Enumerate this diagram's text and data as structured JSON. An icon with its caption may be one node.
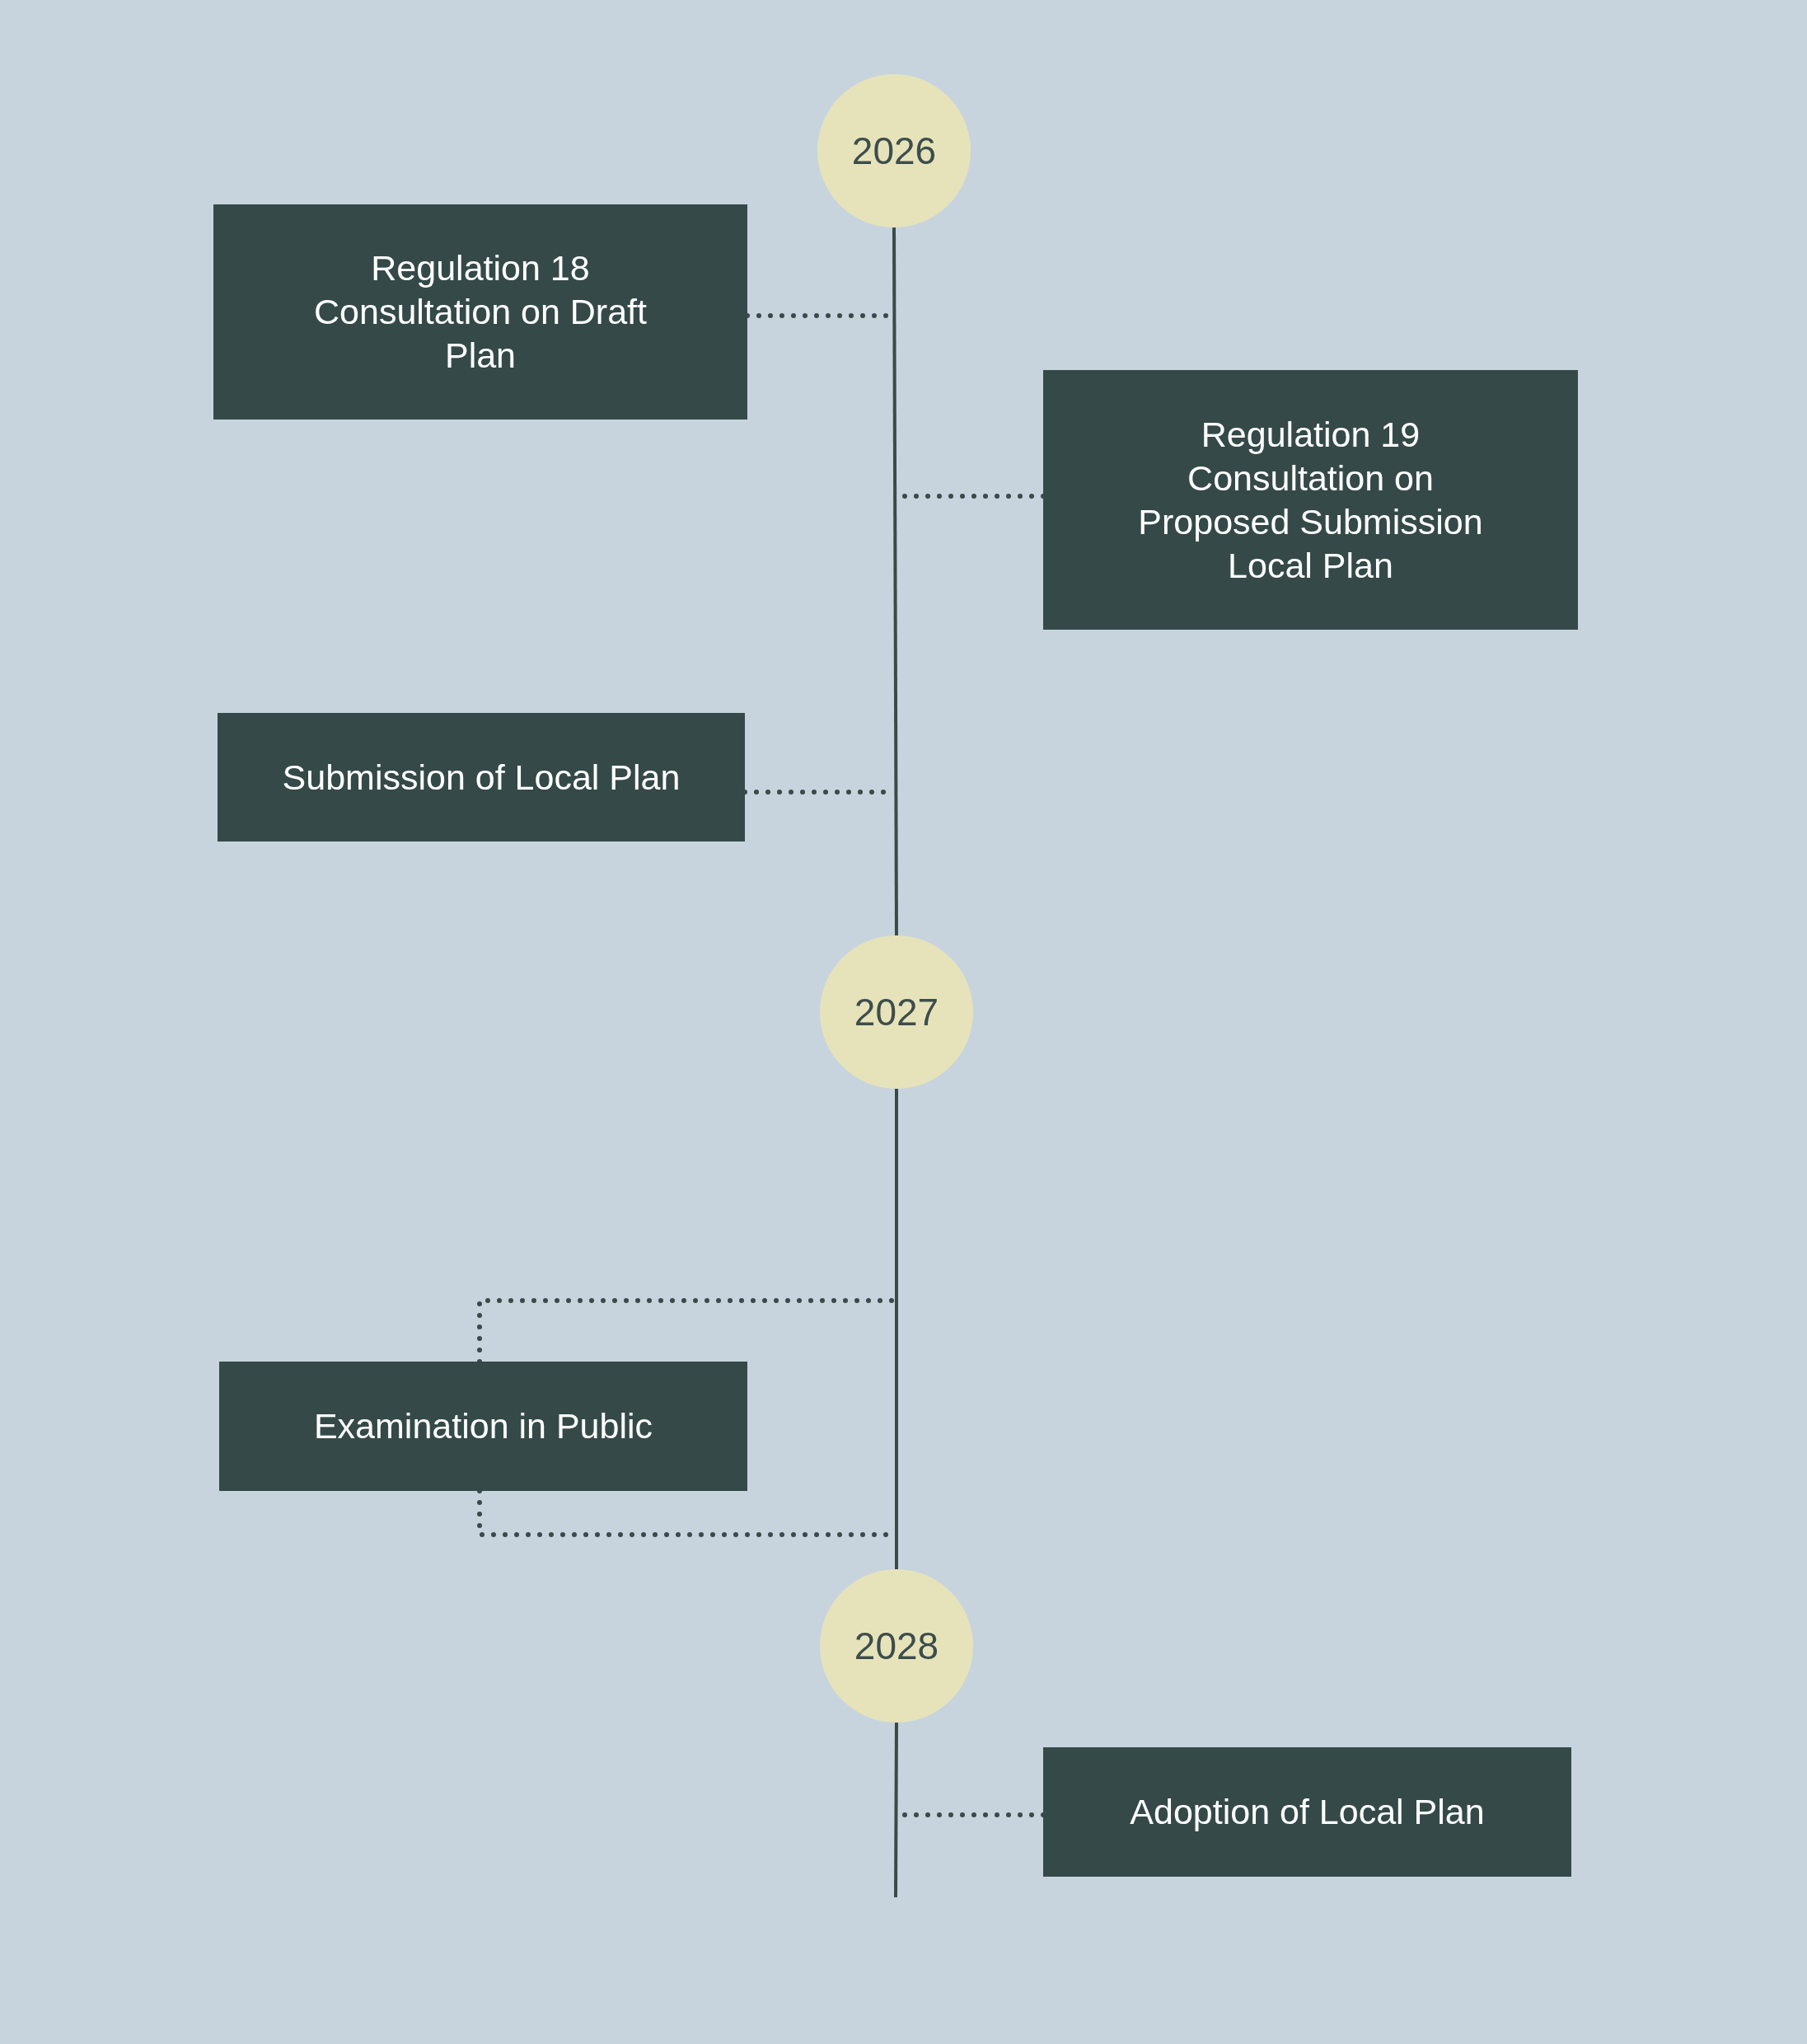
{
  "diagram": {
    "nodes": [
      {
        "text": [
          "2026"
        ]
      },
      {
        "text": [
          "Regulation 18 Consultation on Draft Plan"
        ]
      },
      {
        "text": [
          "Regulation 19 Consultation on Proposed Submission Local Plan"
        ]
      },
      {
        "text": [
          "Submission of Local Plan"
        ]
      },
      {
        "text": [
          "2027"
        ]
      },
      {
        "text": [
          "Examination in Public"
        ]
      },
      {
        "text": [
          "2028"
        ]
      },
      {
        "text": [
          "Adoption of Local Plan"
        ]
      }
    ],
    "edges": [
      {
        "from": 0,
        "to": 4,
        "arrow": "none"
      },
      {
        "from": 4,
        "to": 6,
        "arrow": "none"
      },
      {
        "from": 6,
        "to": null,
        "arrow": "none"
      },
      {
        "from": 1,
        "to": null,
        "arrow": "none",
        "style": "dashed"
      },
      {
        "from": 2,
        "to": null,
        "arrow": "none",
        "style": "dashed"
      },
      {
        "from": 3,
        "to": null,
        "arrow": "none",
        "style": "dashed"
      },
      {
        "from": 5,
        "to": null,
        "arrow": "none",
        "style": "dashed"
      },
      {
        "from": 5,
        "to": null,
        "arrow": "none",
        "style": "dashed"
      },
      {
        "from": 7,
        "to": null,
        "arrow": "none",
        "style": "dashed"
      }
    ]
  }
}
